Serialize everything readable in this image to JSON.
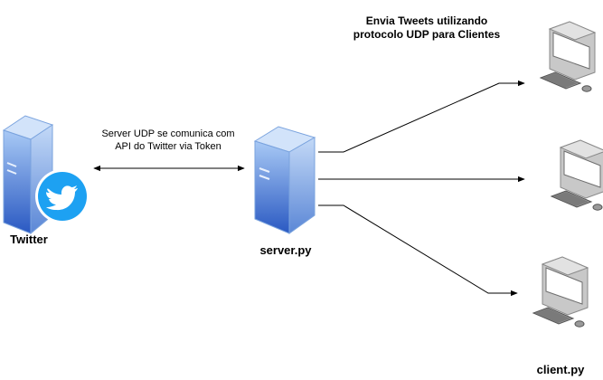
{
  "nodes": {
    "twitter": {
      "label": "Twitter"
    },
    "server": {
      "label": "server.py"
    },
    "client": {
      "label": "client.py"
    }
  },
  "edges": {
    "twitter_server": {
      "label_line1": "Server UDP se comunica com",
      "label_line2": "API do Twitter via Token"
    },
    "server_clients": {
      "label_line1": "Envia Tweets utilizando",
      "label_line2": "protocolo UDP para Clientes"
    }
  },
  "colors": {
    "tower_top": "#a9c8f0",
    "tower_front_light": "#8fb8f0",
    "tower_front_dark": "#2f5fc4",
    "twitter_blue": "#1da1f2",
    "monitor_body": "#c6c6c6",
    "monitor_dark": "#6e6e6e",
    "monitor_screen": "#ffffff"
  },
  "icons": [
    "server-tower-icon",
    "twitter-bird-icon",
    "desktop-computer-icon"
  ]
}
